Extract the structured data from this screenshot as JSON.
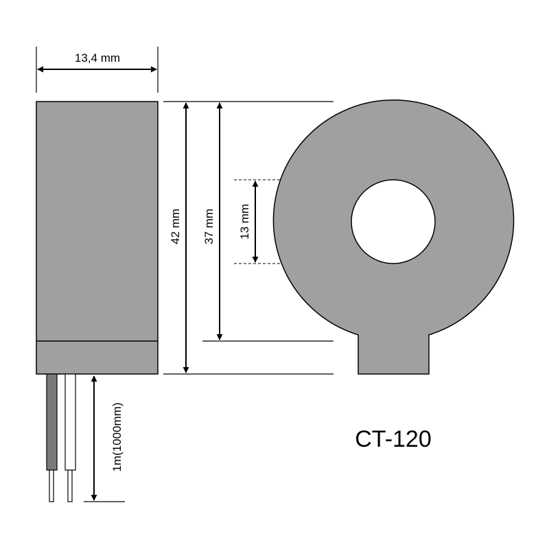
{
  "model_label": "CT-120",
  "dimensions": {
    "width": "13,4 mm",
    "outer_height": "42 mm",
    "body_height": "37 mm",
    "inner_diameter": "13 mm",
    "lead_length": "1m(1000mm)"
  },
  "colors": {
    "body_fill": "#a0a0a0",
    "outline": "#000000",
    "wire_dark": "#7a7a7a",
    "wire_light": "#ffffff",
    "background": "#ffffff"
  }
}
